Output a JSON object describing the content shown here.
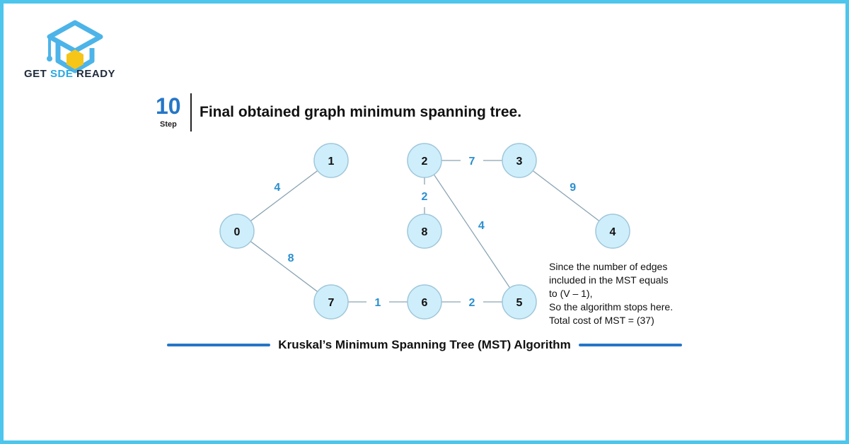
{
  "brand": {
    "name_part1": "GET ",
    "name_part2": "SDE",
    "name_part3": " READY",
    "accent_color": "#2aa8e0"
  },
  "step": {
    "number": "10",
    "label": "Step",
    "title": "Final obtained graph minimum spanning tree."
  },
  "graph": {
    "nodes": [
      {
        "id": "0",
        "label": "0"
      },
      {
        "id": "1",
        "label": "1"
      },
      {
        "id": "2",
        "label": "2"
      },
      {
        "id": "3",
        "label": "3"
      },
      {
        "id": "4",
        "label": "4"
      },
      {
        "id": "5",
        "label": "5"
      },
      {
        "id": "6",
        "label": "6"
      },
      {
        "id": "7",
        "label": "7"
      },
      {
        "id": "8",
        "label": "8"
      }
    ],
    "edges": [
      {
        "from": "0",
        "to": "1",
        "weight": "4"
      },
      {
        "from": "0",
        "to": "7",
        "weight": "8"
      },
      {
        "from": "7",
        "to": "6",
        "weight": "1"
      },
      {
        "from": "6",
        "to": "5",
        "weight": "2"
      },
      {
        "from": "2",
        "to": "5",
        "weight": "4"
      },
      {
        "from": "2",
        "to": "3",
        "weight": "7"
      },
      {
        "from": "3",
        "to": "4",
        "weight": "9"
      },
      {
        "from": "2",
        "to": "8",
        "weight": "2"
      }
    ],
    "node_fill": "#cfeefb",
    "node_stroke": "#9fc7da",
    "weight_color": "#2a8fcf"
  },
  "note": {
    "lines": [
      "Since the number of edges",
      "included in the MST equals",
      "to (V – 1),",
      "So the algorithm stops here.",
      "Total cost of MST = (37)"
    ]
  },
  "footer": {
    "title": "Kruskal’s Minimum Spanning Tree (MST) Algorithm",
    "line_color": "#2576c7"
  }
}
